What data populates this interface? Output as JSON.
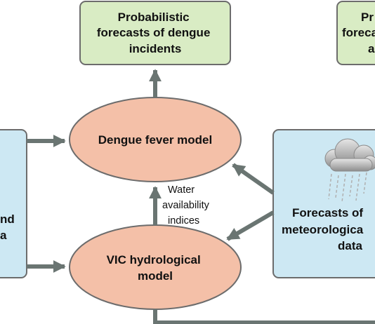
{
  "boxes": {
    "forecast_dengue": [
      "Probabilistic",
      "forecasts of dengue",
      "incidents"
    ],
    "forecast_right_partial": [
      "Pr",
      "foreca",
      "a"
    ],
    "left_partial": [
      "nd",
      "a"
    ],
    "meteorological": [
      "Forecasts of",
      "meteorologica",
      "data"
    ]
  },
  "models": {
    "dengue": "Dengue fever model",
    "vic": [
      "VIC hydrological",
      "model"
    ]
  },
  "labels": {
    "water_availability": [
      "Water",
      "availability",
      "indices"
    ]
  },
  "icons": {
    "rain_cloud": "rain-cloud-icon"
  },
  "colors": {
    "green_box_fill": "#d9ecc4",
    "green_box_stroke": "#6c6c6c",
    "blue_box_fill": "#cde8f3",
    "blue_box_stroke": "#6c6c6c",
    "ellipse_fill": "#f4c0a8",
    "ellipse_stroke": "#6c6c6c",
    "arrow": "#6a7572"
  }
}
